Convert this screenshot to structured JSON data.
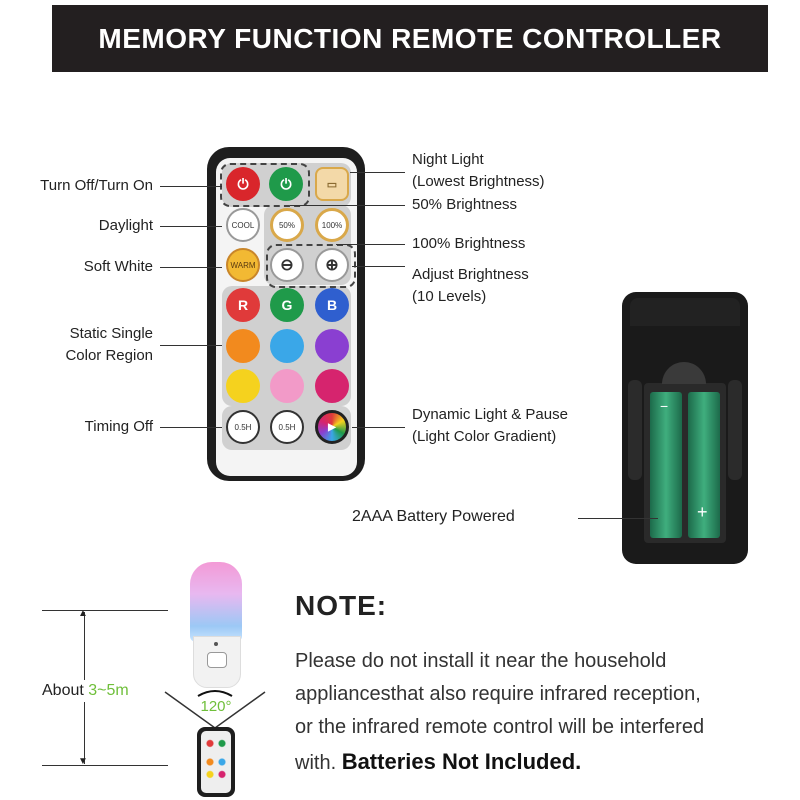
{
  "banner": {
    "title": "MEMORY FUNCTION REMOTE CONTROLLER"
  },
  "remote": {
    "left_labels": {
      "turn_off_on": "Turn Off/Turn On",
      "daylight": "Daylight",
      "soft_white": "Soft White",
      "static_single_line1": "Static Single",
      "static_single_line2": "Color Region",
      "timing_off": "Timing Off"
    },
    "right_labels": {
      "night_light_line1": "Night Light",
      "night_light_line2": "(Lowest Brightness)",
      "brightness_50": "50% Brightness",
      "brightness_100": "100% Brightness",
      "adjust_line1": "Adjust Brightness",
      "adjust_line2": "(10 Levels)",
      "dynamic_line1": "Dynamic Light & Pause",
      "dynamic_line2": "(Light Color Gradient)"
    },
    "buttons": {
      "cool": "COOL",
      "warm": "WARM",
      "b50": "50%",
      "b100": "100%",
      "r": "R",
      "g": "G",
      "b": "B",
      "timer1": "0.5H",
      "timer2": "0.5H"
    },
    "colors": {
      "red": "#e03a3a",
      "green": "#1f9a4a",
      "blue": "#2f5fcf",
      "orange": "#f28a1e",
      "sky": "#3aa7e8",
      "purple": "#8a3fd1",
      "yellow": "#f5d21e",
      "pink": "#f29ac8",
      "magenta": "#d6246e"
    }
  },
  "battery": {
    "label": "2AAA Battery Powered"
  },
  "distance": {
    "prefix": "About ",
    "range": "3~5m",
    "angle": "120°"
  },
  "note": {
    "heading": "NOTE:",
    "line1": "Please do not install it near the household",
    "line2": "appliancesthat also require infrared reception,",
    "line3": "or the infrared remote control will be interfered",
    "line4_start": "with. ",
    "line4_bold": "Batteries Not Included."
  }
}
